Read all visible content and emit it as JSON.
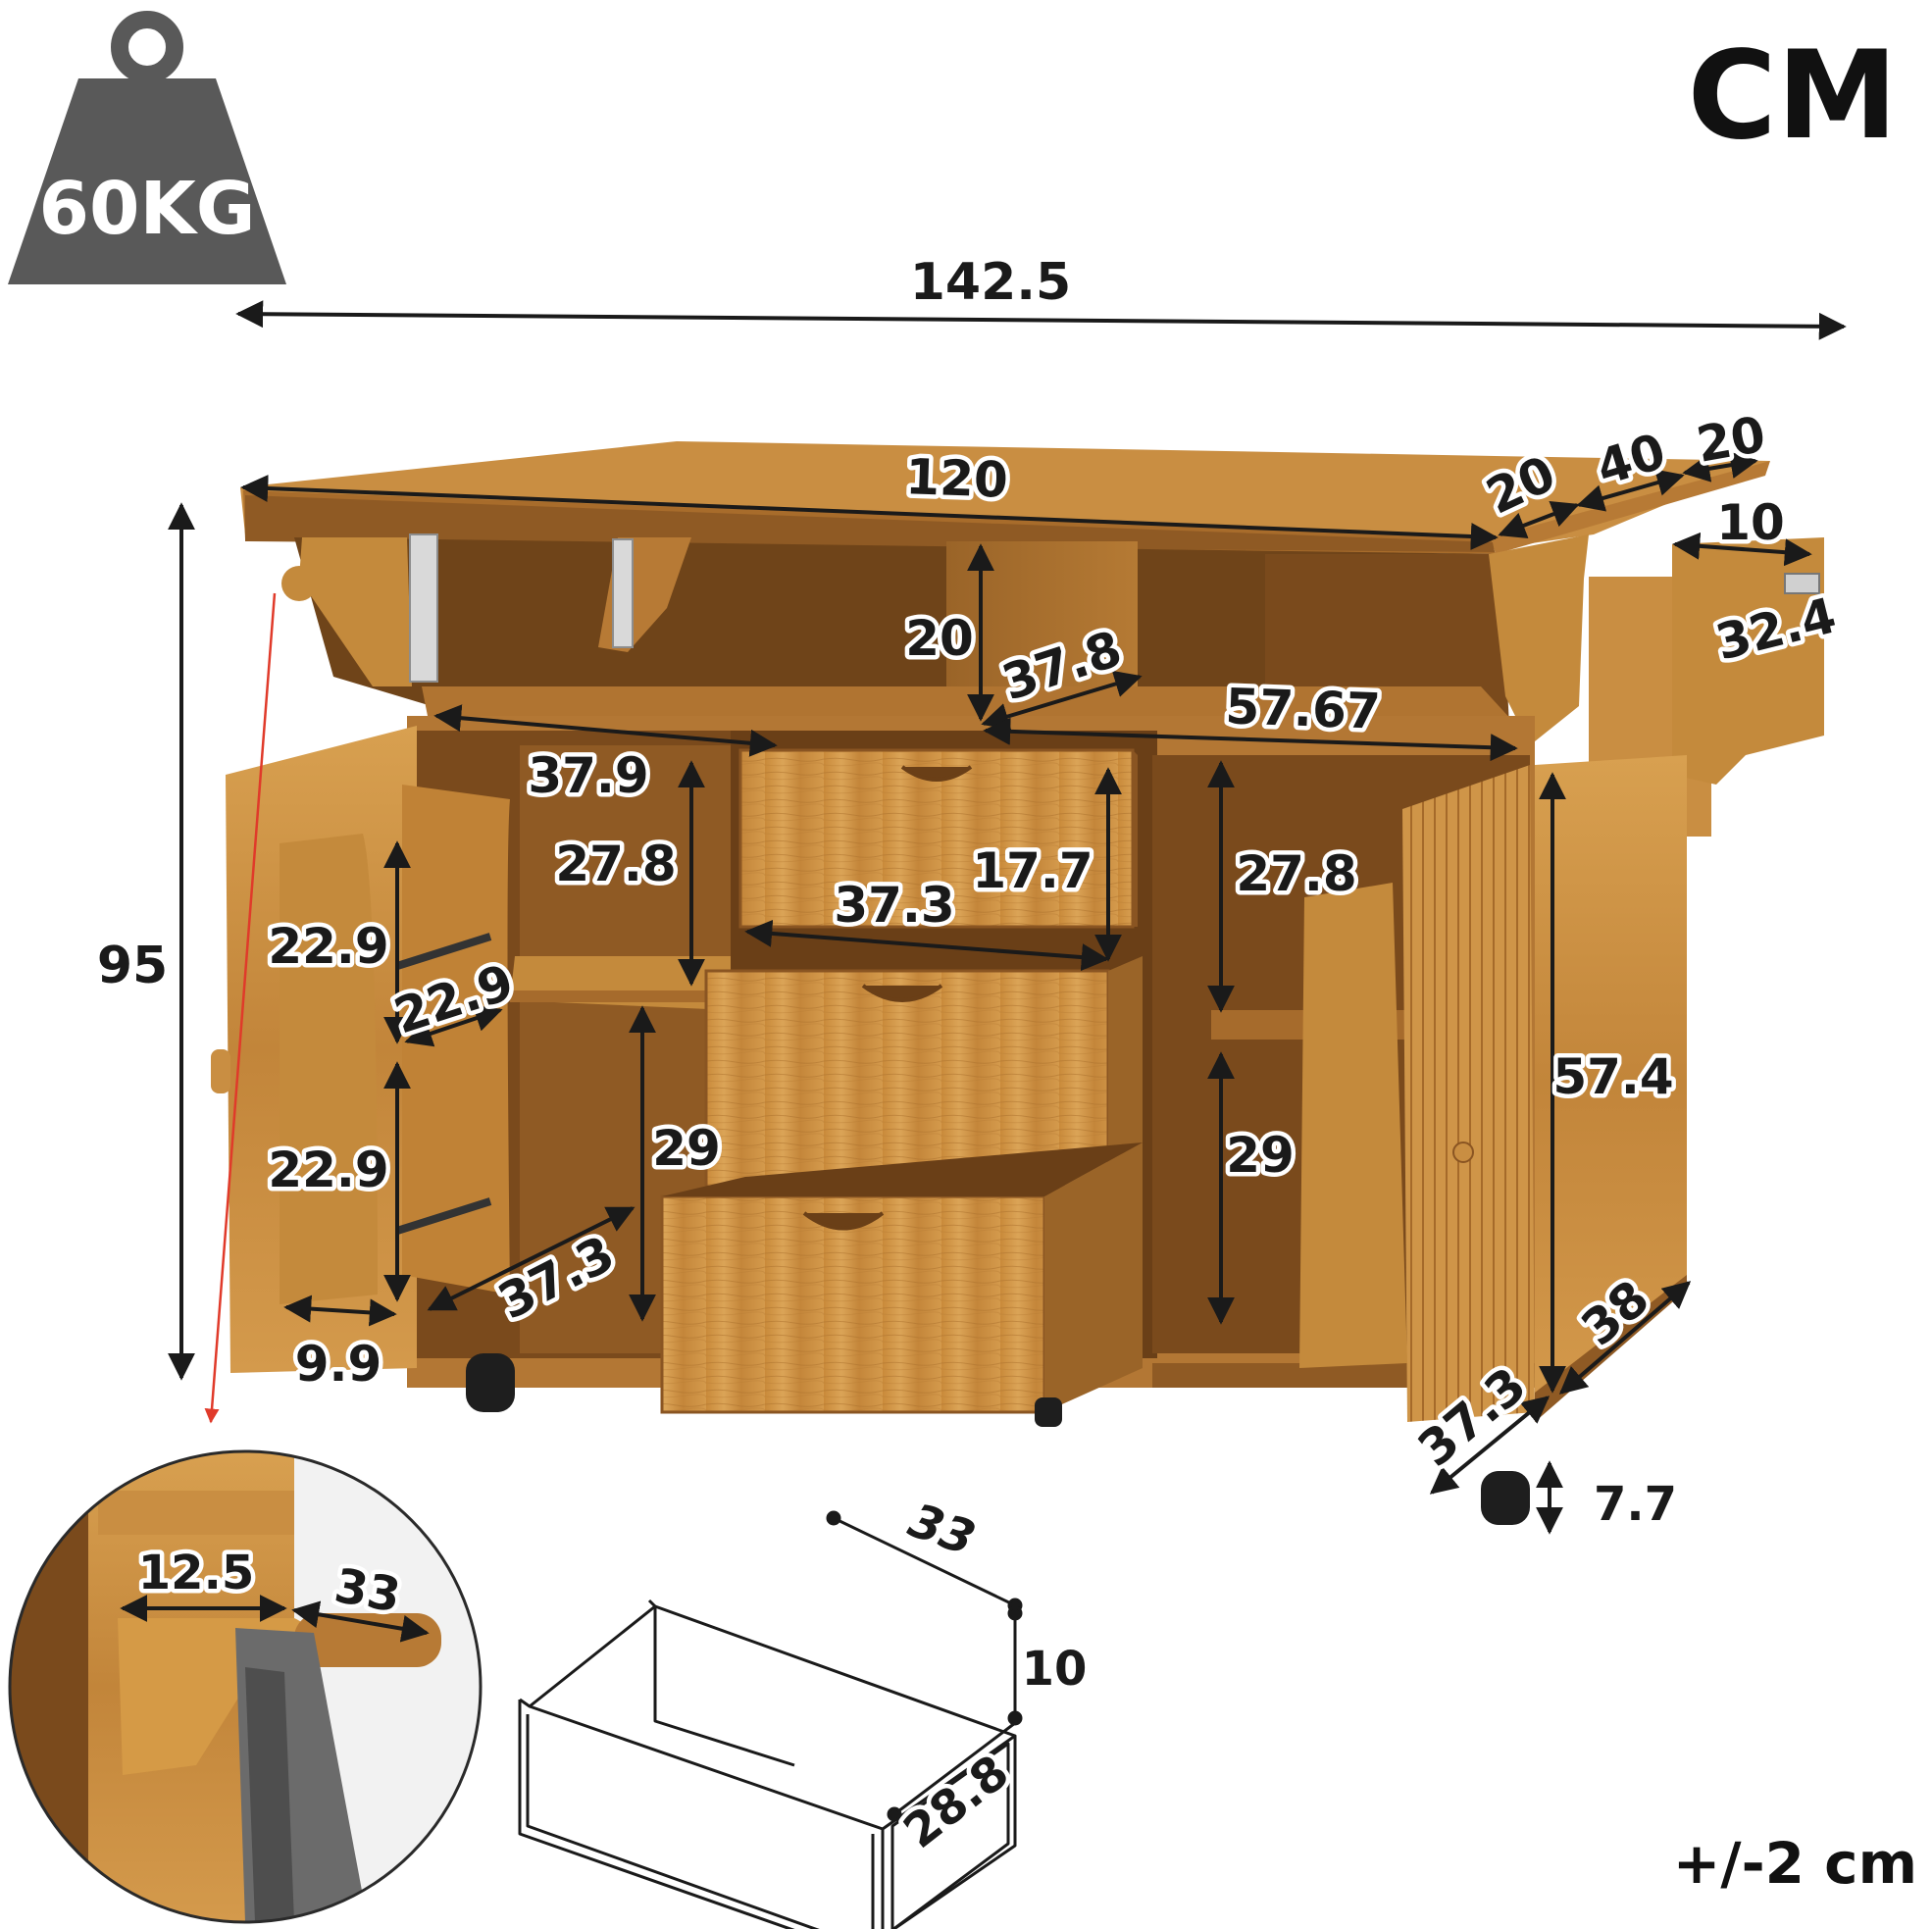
{
  "header": {
    "weight_capacity": "60KG",
    "unit": "CM",
    "tolerance": "+/-2 cm"
  },
  "colors": {
    "wood_light": "#d59a46",
    "wood_mid": "#b77a2e",
    "wood_dark": "#8a5522",
    "weight_icon": "#595959",
    "dimension_line": "#1a1a1a",
    "leader_line": "#e03a2a"
  },
  "icons": [
    "weight-icon",
    "caster-wheel-icon",
    "towel-icon",
    "hinge-icon"
  ],
  "dimensions": {
    "overall_width": "142.5",
    "overall_height": "95",
    "top_width": "120",
    "drop_leaf_near": "20",
    "top_depth": "40",
    "drop_leaf_far": "20",
    "spice_rack_depth": "10",
    "spice_rack_width": "32.4",
    "upper_shelf_height": "20",
    "upper_shelf_depth": "37.8",
    "upper_shelf_width": "57.67",
    "left_cabinet_width": "37.9",
    "left_upper_height": "27.8",
    "drawer_height": "17.7",
    "drawer_front_width": "37.3",
    "right_upper_height": "27.8",
    "door_rack_upper": "22.9",
    "door_rack_width": "22.9",
    "door_rack_lower": "22.9",
    "left_lower_height": "29",
    "left_cabinet_depth": "37.3",
    "door_rack_depth": "9.9",
    "right_lower_height": "29",
    "side_height": "57.4",
    "side_depth": "38",
    "right_cabinet_depth": "37.3",
    "caster_height": "7.7"
  },
  "towel_bar_detail": {
    "bracket_width": "12.5",
    "bar_length": "33"
  },
  "drawer_detail": {
    "depth": "33",
    "height": "10",
    "width": "28.8"
  }
}
